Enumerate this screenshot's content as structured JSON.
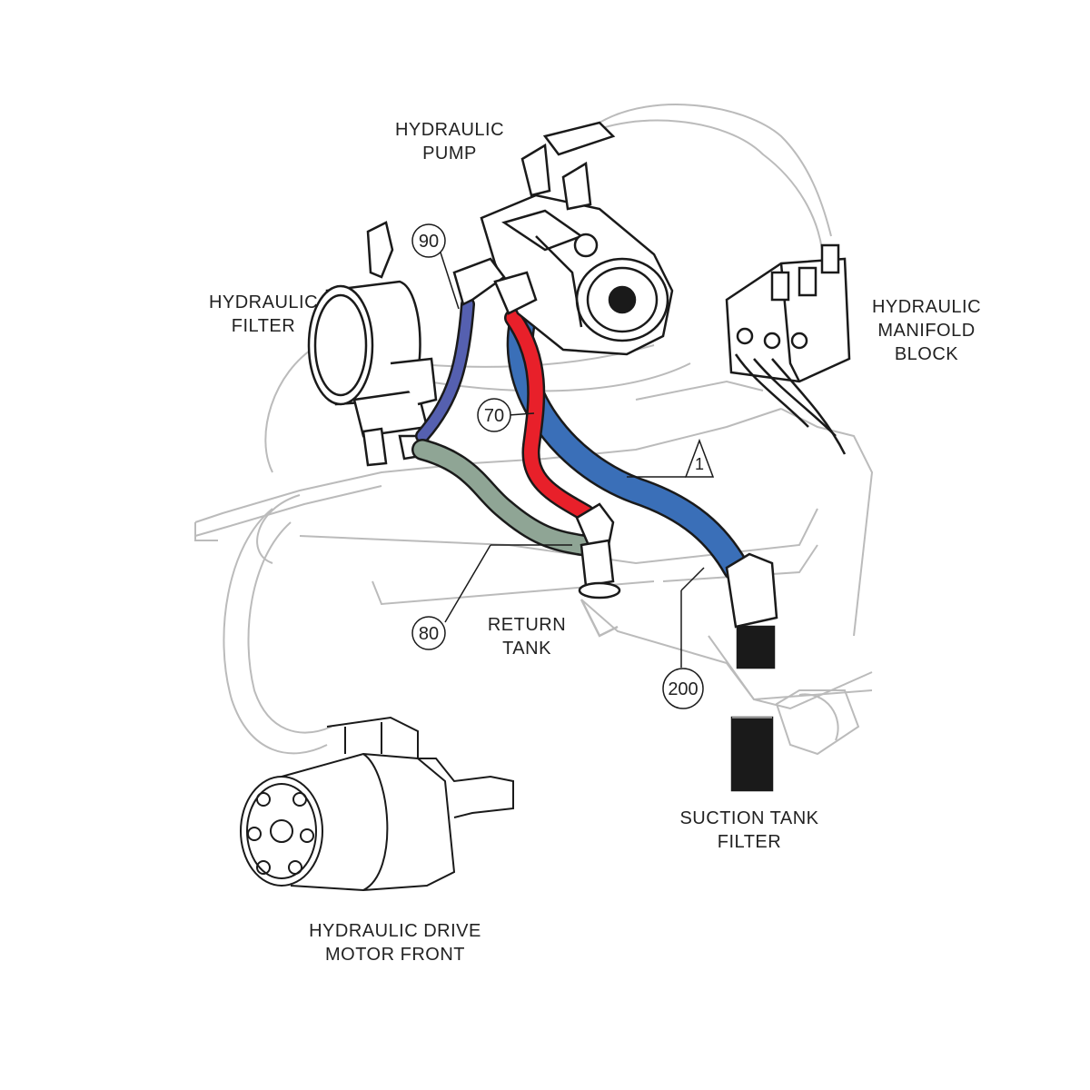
{
  "labels": {
    "pump": [
      "HYDRAULIC",
      "PUMP"
    ],
    "filter": [
      "HYDRAULIC",
      "FILTER"
    ],
    "manifold": [
      "HYDRAULIC",
      "MANIFOLD",
      "BLOCK"
    ],
    "return_tank": [
      "RETURN",
      "TANK"
    ],
    "suction_filter": [
      "SUCTION TANK",
      "FILTER"
    ],
    "drive_motor": [
      "HYDRAULIC DRIVE",
      "MOTOR FRONT"
    ]
  },
  "callouts": {
    "c90": "90",
    "c70": "70",
    "c80": "80",
    "c200": "200",
    "c1": "1"
  },
  "colors": {
    "hose_90": "#5560b0",
    "hose_70": "#e8202a",
    "hose_200": "#3a6fb8",
    "hose_80": "#8fa595",
    "line": "#bbbbbb",
    "ink": "#1a1a1a"
  }
}
